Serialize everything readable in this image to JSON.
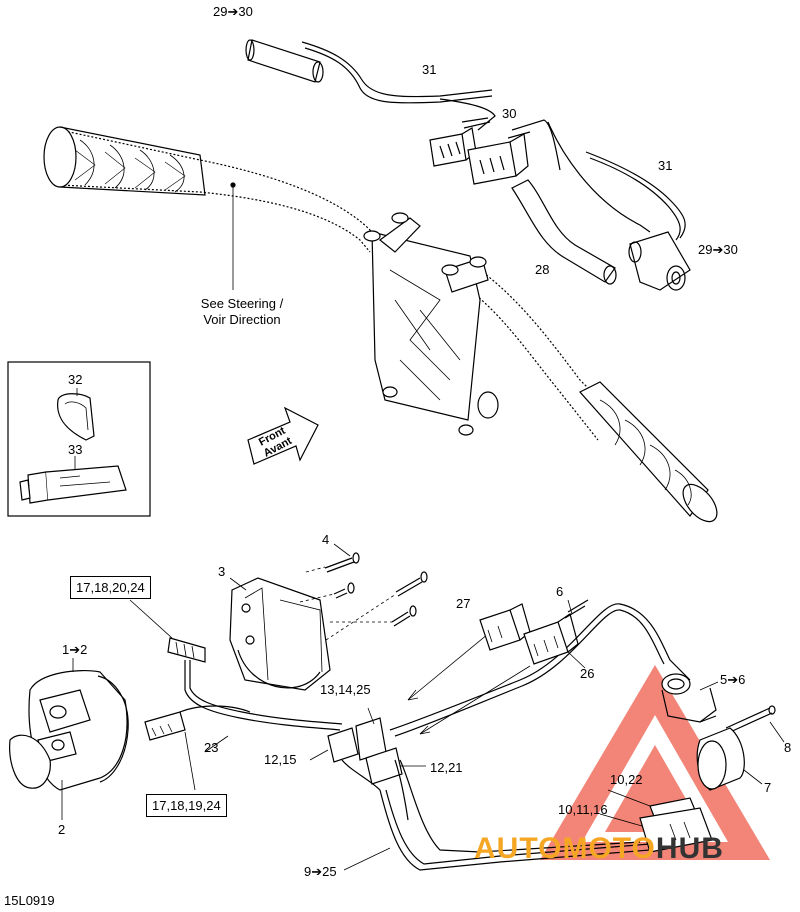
{
  "callouts": {
    "c29_30_top": "29➔30",
    "c31_top": "31",
    "c30": "30",
    "c31_right": "31",
    "c28": "28",
    "c29_30_right": "29➔30",
    "c32": "32",
    "c33": "33",
    "c4": "4",
    "c3": "3",
    "c1_2": "1➔2",
    "c2": "2",
    "c6": "6",
    "c27": "27",
    "c26": "26",
    "c5_6": "5➔6",
    "c8": "8",
    "c7": "7",
    "c13_14_25": "13,14,25",
    "c12_15": "12,15",
    "c12_21": "12,21",
    "c23": "23",
    "c10_22": "10,22",
    "c10_11_16": "10,11,16",
    "c9_25": "9➔25"
  },
  "boxes": {
    "b17_18_20_24": "17,18,20,24",
    "b17_18_19_24": "17,18,19,24"
  },
  "note": {
    "line1": "See Steering /",
    "line2": "Voir Direction"
  },
  "front_arrow": {
    "line1": "Front",
    "line2": "Avant"
  },
  "drawing_id": "15L0919",
  "watermark": {
    "part1": "AUTOMOTO",
    "part2": "HUB",
    "color_red": "#e8463a",
    "color_orange": "#f5a623",
    "color_dark": "#333333"
  }
}
